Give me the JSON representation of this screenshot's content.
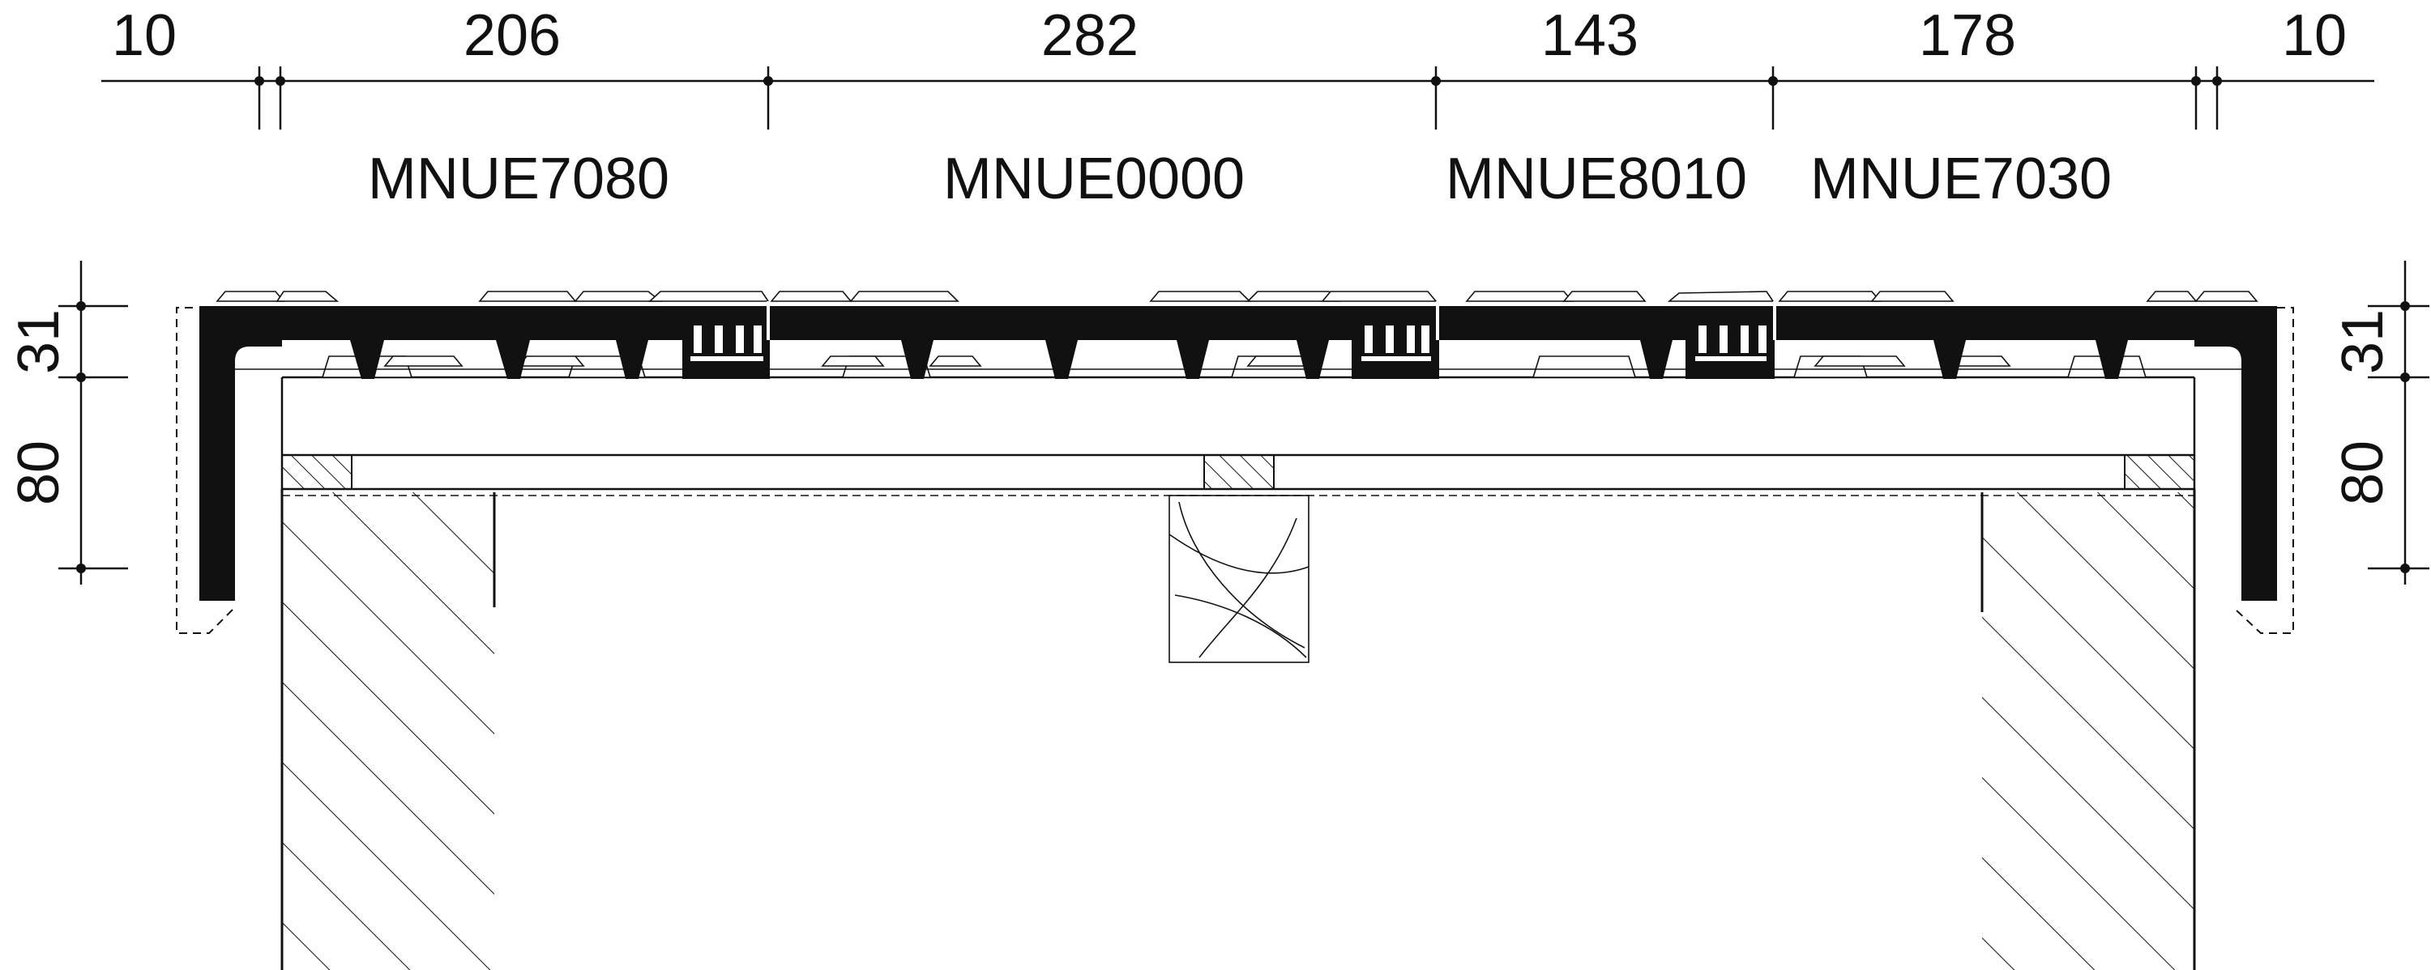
{
  "colors": {
    "ink": "#111111",
    "background": "#ffffff"
  },
  "top_dimensions": [
    "10",
    "206",
    "282",
    "143",
    "178",
    "10"
  ],
  "profile_codes": [
    "MNUE7080",
    "MNUE0000",
    "MNUE8010",
    "MNUE7030"
  ],
  "left_dimensions": [
    "31",
    "80"
  ],
  "right_dimensions": [
    "31",
    "80"
  ]
}
